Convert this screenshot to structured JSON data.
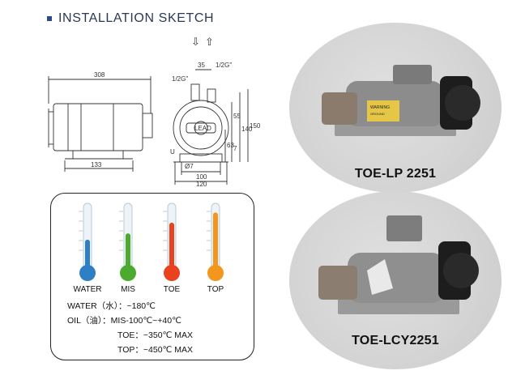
{
  "header": {
    "title": "INSTALLATION SKETCH"
  },
  "sketch": {
    "arrows": [
      "⇩",
      "⇧"
    ],
    "dims": {
      "overall_length": "308",
      "base_length": "133",
      "port_spacing": "35",
      "port_top": "1/2G\"",
      "port_side": "1/2G\"",
      "h55": "55",
      "h140": "140",
      "h150": "150",
      "h63": "63",
      "h7": "7",
      "foot_hole": "Ø7",
      "w100": "100",
      "w120": "120",
      "drain": "U"
    },
    "plate_text": "LEAD"
  },
  "products": [
    {
      "name": "TOE-LP 2251",
      "warning": "WARNING",
      "warning_sub": "GROUND"
    },
    {
      "name": "TOE-LCY2251"
    }
  ],
  "legend": {
    "thermometers": [
      {
        "label": "WATER",
        "color": "#2f7fc4",
        "fill": 0.45
      },
      {
        "label": "MIS",
        "color": "#4cab2e",
        "fill": 0.55
      },
      {
        "label": "TOE",
        "color": "#e8421f",
        "fill": 0.72
      },
      {
        "label": "TOP",
        "color": "#f2961e",
        "fill": 0.88
      }
    ],
    "lines": {
      "water": "WATER（水）：~180℃",
      "oil": "OIL（油）：MIS-100℃~+40℃",
      "toe": "TOE：~350℃ MAX",
      "top": "TOP：~450℃ MAX"
    }
  }
}
